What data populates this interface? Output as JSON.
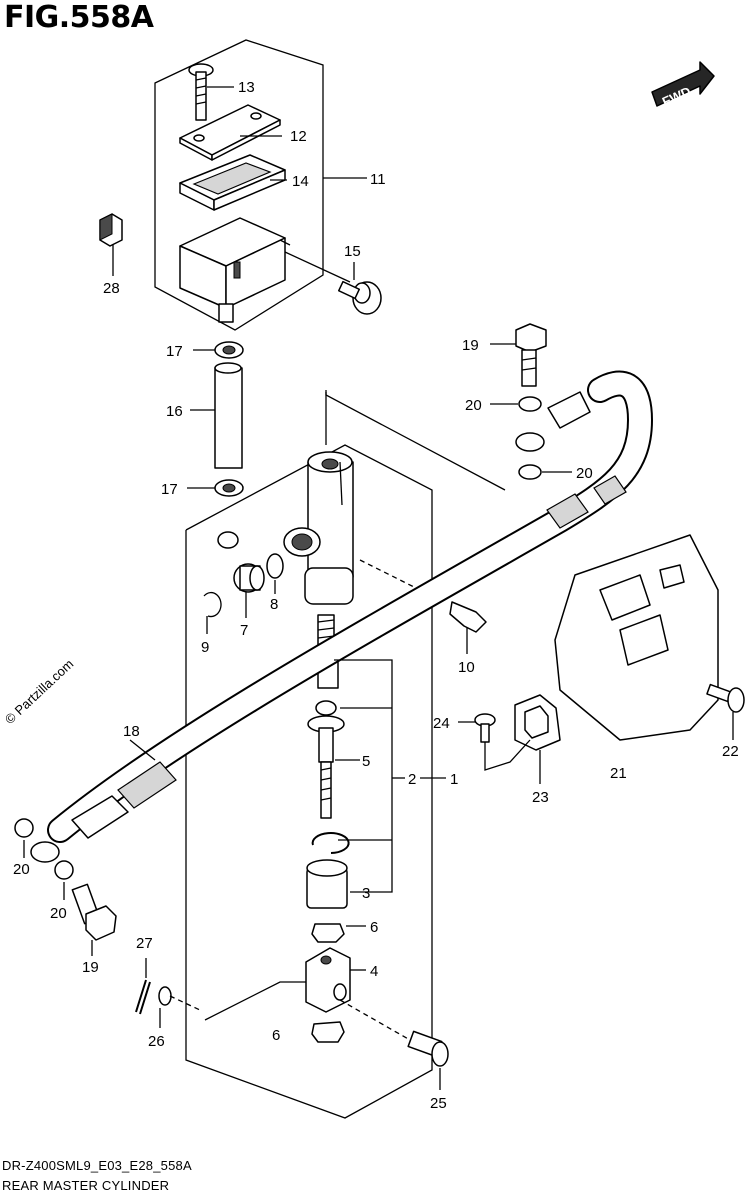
{
  "figure": {
    "title": "FIG.558A",
    "model_code": "DR-Z400SML9_E03_E28_558A",
    "caption": "REAR MASTER CYLINDER",
    "watermark": "© Partzilla.com",
    "fwd_label": "FWD"
  },
  "callouts": [
    "13",
    "12",
    "14",
    "11",
    "15",
    "28",
    "17",
    "16",
    "17",
    "19",
    "20",
    "20",
    "10",
    "8",
    "7",
    "9",
    "18",
    "24",
    "22",
    "21",
    "23",
    "5",
    "2",
    "1",
    "20",
    "20",
    "19",
    "3",
    "6",
    "27",
    "4",
    "26",
    "6",
    "25"
  ]
}
